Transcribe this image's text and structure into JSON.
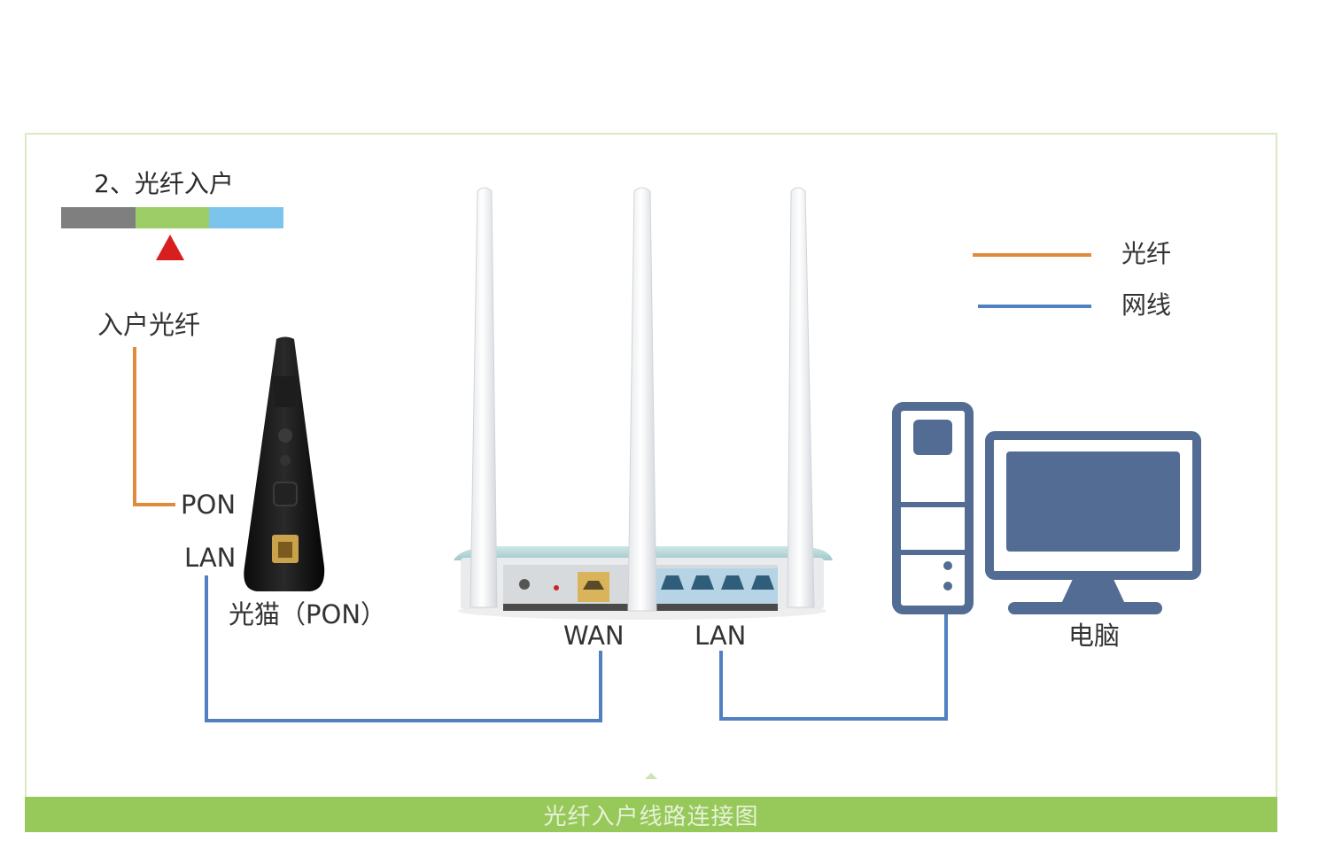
{
  "step": {
    "title": "2、光纤入户"
  },
  "progress": {
    "segments": [
      "#7f7f7f",
      "#9ccd66",
      "#7cc4ec"
    ],
    "active_index": 1,
    "marker_color": "#d81f1f"
  },
  "labels": {
    "fiber_in": "入户光纤",
    "pon_port": "PON",
    "modem_lan": "LAN",
    "modem_name": "光猫（PON）",
    "router_wan": "WAN",
    "router_lan": "LAN",
    "computer": "电脑"
  },
  "legend": [
    {
      "label": "光纤",
      "color": "#e08a3c"
    },
    {
      "label": "网线",
      "color": "#4f81c2"
    }
  ],
  "footer": {
    "caption": "光纤入户线路连接图"
  },
  "colors": {
    "fiber": "#e08a3c",
    "cable": "#4f81c2",
    "computer": "#536c93",
    "accent": "#97c85a"
  }
}
